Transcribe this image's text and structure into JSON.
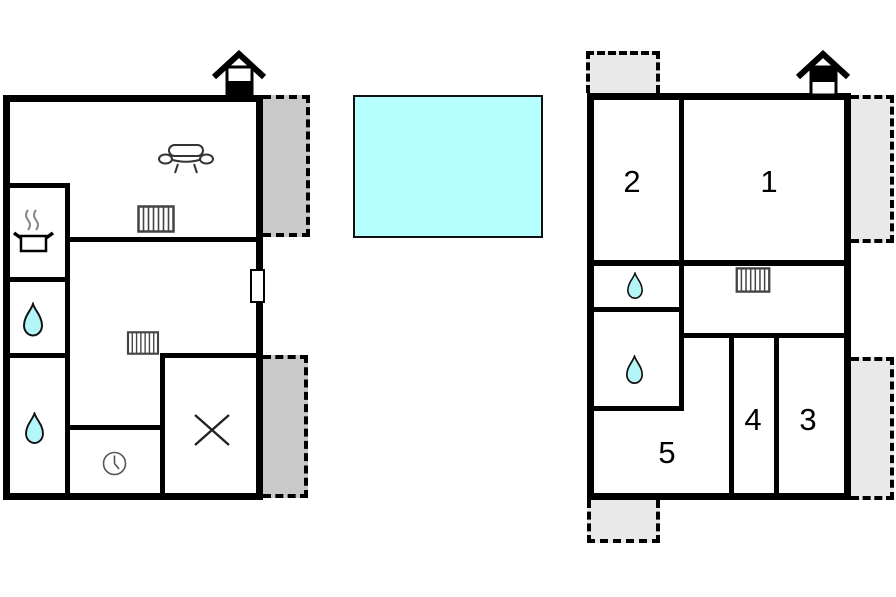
{
  "colors": {
    "background": "#ffffff",
    "wall": "#000000",
    "pool_fill": "#b5ffff",
    "terrace_dark": "#c9c9c9",
    "terrace_light": "#e9e9e9",
    "water": "#b4f6f8"
  },
  "pool": {
    "name": "swimming pool"
  },
  "ground_floor": {
    "name": "ground floor plan",
    "icons": [
      "chimney-icon",
      "sofa-icon",
      "radiator-icon",
      "stove-icon",
      "water-drop-icon",
      "water-drop-icon",
      "radiator-icon",
      "window-marker",
      "stairs-cross-icon",
      "clock-icon"
    ],
    "terrace_count": 2
  },
  "upper_floor": {
    "name": "upper floor plan",
    "rooms": [
      {
        "label": "1"
      },
      {
        "label": "2"
      },
      {
        "label": "3"
      },
      {
        "label": "4"
      },
      {
        "label": "5"
      }
    ],
    "icons": [
      "chimney-icon",
      "water-drop-icon",
      "water-drop-icon",
      "radiator-icon"
    ],
    "terrace_count": 4
  }
}
